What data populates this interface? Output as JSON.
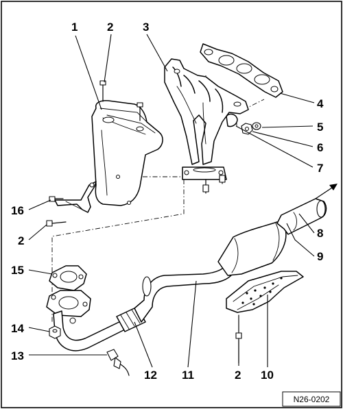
{
  "callouts": {
    "c1": "1",
    "c2_top": "2",
    "c3": "3",
    "c4": "4",
    "c5": "5",
    "c6": "6",
    "c7": "7",
    "c8": "8",
    "c9": "9",
    "c10": "10",
    "c11": "11",
    "c12": "12",
    "c13": "13",
    "c14": "14",
    "c15": "15",
    "c16": "16",
    "c2_left": "2",
    "c2_bottom": "2"
  },
  "figure_ref": "N26-0202"
}
